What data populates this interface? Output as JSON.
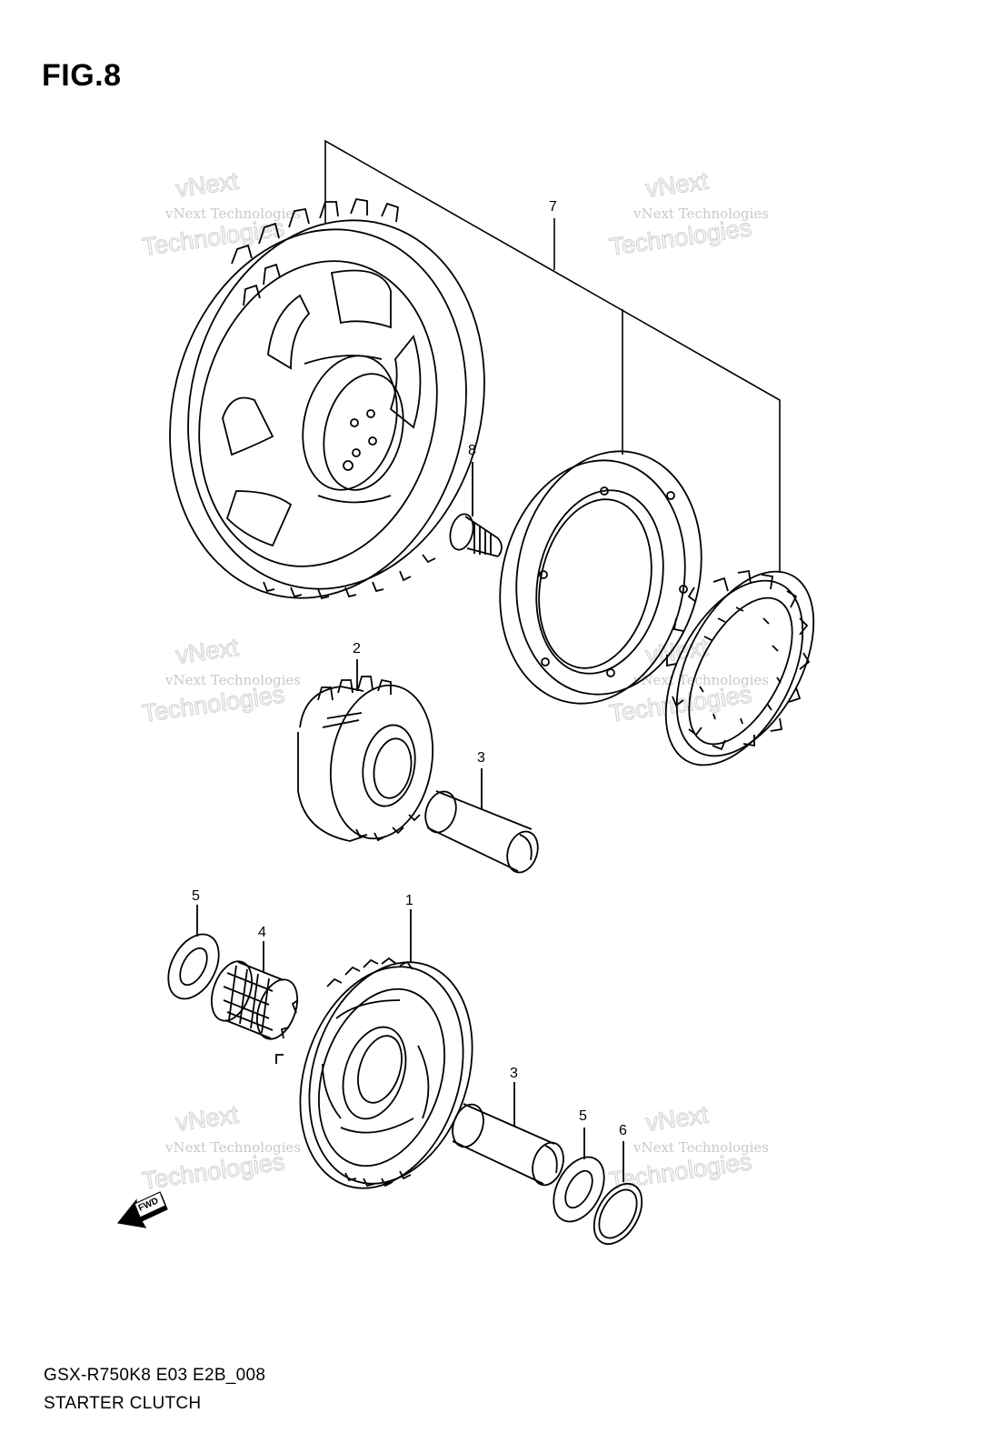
{
  "figure": {
    "title": "FIG.8",
    "model_code": "GSX-R750K8 E03 E2B_008",
    "section_name": "STARTER CLUTCH"
  },
  "callouts": [
    {
      "id": "callout-7",
      "label": "7"
    },
    {
      "id": "callout-8",
      "label": "8"
    },
    {
      "id": "callout-2",
      "label": "2"
    },
    {
      "id": "callout-3-upper",
      "label": "3"
    },
    {
      "id": "callout-5-left",
      "label": "5"
    },
    {
      "id": "callout-4",
      "label": "4"
    },
    {
      "id": "callout-1",
      "label": "1"
    },
    {
      "id": "callout-3-lower",
      "label": "3"
    },
    {
      "id": "callout-5-right",
      "label": "5"
    },
    {
      "id": "callout-6",
      "label": "6"
    }
  ],
  "watermark": {
    "line1": "vNext",
    "line2": "vNext Technologies",
    "line3": "Technologies"
  },
  "direction_marker": {
    "label": "FWD",
    "icon": "fwd-arrow-icon"
  },
  "colors": {
    "ink": "#000000",
    "watermark": "#c9c9c9",
    "background": "#ffffff"
  }
}
